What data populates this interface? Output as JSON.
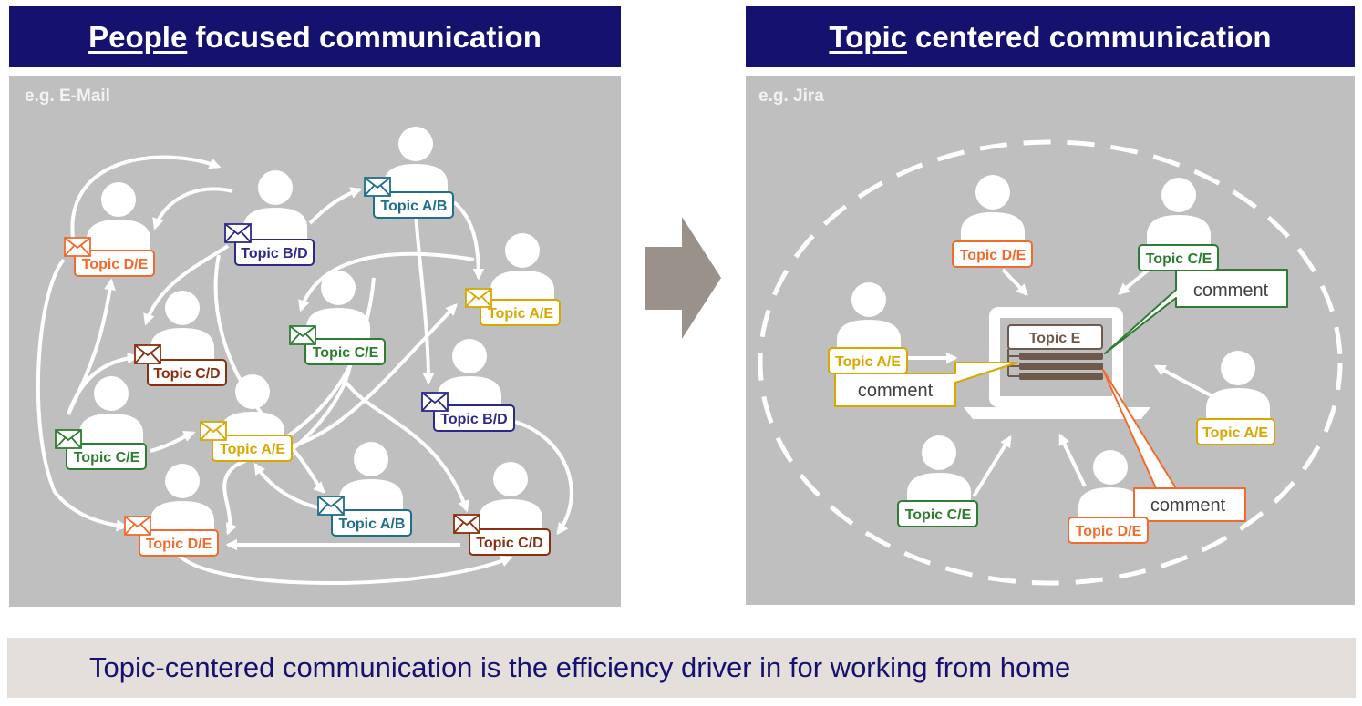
{
  "left": {
    "title_underlined": "People",
    "title_rest": "focused communication",
    "example": "e.g. E-Mail"
  },
  "right": {
    "title_underlined": "Topic",
    "title_rest": "centered communication",
    "example": "e.g. Jira",
    "center_topic": "Topic E",
    "comment": "comment"
  },
  "tags": {
    "ab": "Topic A/B",
    "ae": "Topic A/E",
    "bd": "Topic B/D",
    "cd": "Topic C/D",
    "ce": "Topic C/E",
    "de": "Topic D/E"
  },
  "footer": "Topic-centered communication is the efficiency driver in for working from home",
  "colors": {
    "header_bg": "#15116e",
    "panel_bg": "#bfbfbf",
    "footer_bg": "#e5dfdc",
    "arrow": "#9a918b",
    "topic_ab": "#1f6f8b",
    "topic_ae": "#d9a800",
    "topic_bd": "#2b2a8a",
    "topic_cd": "#8b2f0e",
    "topic_ce": "#2e7d32",
    "topic_de": "#f26b2d"
  }
}
